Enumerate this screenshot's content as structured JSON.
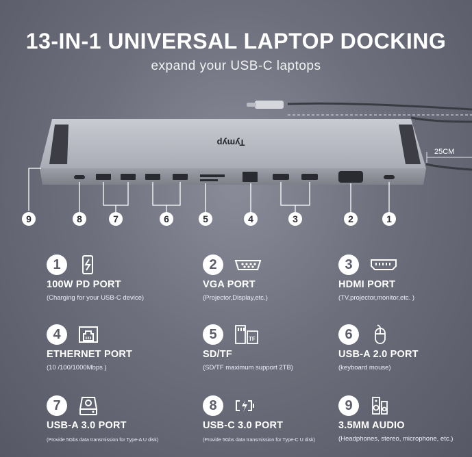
{
  "header": {
    "title": "13-IN-1 UNIVERSAL LAPTOP DOCKING",
    "subtitle": "expand your USB-C laptops"
  },
  "product": {
    "brand": "Tymyp",
    "cable_length": "25CM"
  },
  "callouts": [
    "9",
    "8",
    "7",
    "6",
    "5",
    "4",
    "3",
    "2",
    "1"
  ],
  "features": [
    {
      "num": "1",
      "icon": "pd-charging-icon",
      "name": "100W PD PORT",
      "desc": "(Charging for your USB-C device)"
    },
    {
      "num": "2",
      "icon": "vga-port-icon",
      "name": "VGA PORT",
      "desc": "(Projector,Display,etc.)"
    },
    {
      "num": "3",
      "icon": "hdmi-port-icon",
      "name": "HDMI PORT",
      "desc": "(TV,projector,monitor,etc. )"
    },
    {
      "num": "4",
      "icon": "ethernet-port-icon",
      "name": "ETHERNET PORT",
      "desc": "(10 /100/1000Mbps )"
    },
    {
      "num": "5",
      "icon": "sd-tf-card-icon",
      "name": "SD/TF",
      "desc": "(SD/TF maximum support 2TB)"
    },
    {
      "num": "6",
      "icon": "mouse-icon",
      "name": "USB-A 2.0 PORT",
      "desc": "(keyboard mouse)"
    },
    {
      "num": "7",
      "icon": "hard-disk-icon",
      "name": "USB-A 3.0 PORT",
      "desc": "(Provide 5Gbs data transmission for Type-A U disk)"
    },
    {
      "num": "8",
      "icon": "usb-c-transfer-icon",
      "name": "USB-C 3.0 PORT",
      "desc": "(Provide 5Gbs data transmission for Type-C U disk)"
    },
    {
      "num": "9",
      "icon": "speaker-icon",
      "name": "3.5MM AUDIO",
      "desc": "(Headphones, stereo, microphone, etc.)"
    }
  ]
}
